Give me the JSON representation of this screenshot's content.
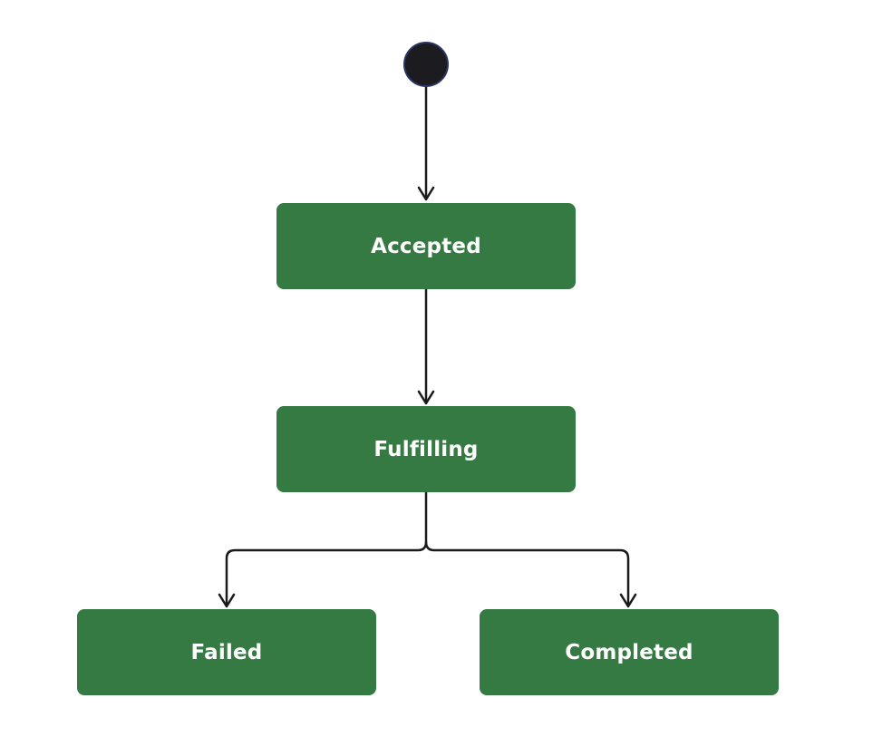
{
  "diagram": {
    "colors": {
      "state_fill": "#357a42",
      "state_text": "#ffffff",
      "initial_fill": "#1c1c20",
      "connector": "#1a1a1a"
    },
    "initial_state": {
      "icon": "filled-circle-icon"
    },
    "states": [
      {
        "id": "accepted",
        "label": "Accepted"
      },
      {
        "id": "fulfilling",
        "label": "Fulfilling"
      },
      {
        "id": "failed",
        "label": "Failed"
      },
      {
        "id": "completed",
        "label": "Completed"
      }
    ],
    "transitions": [
      {
        "from": "initial",
        "to": "accepted"
      },
      {
        "from": "accepted",
        "to": "fulfilling"
      },
      {
        "from": "fulfilling",
        "to": "failed"
      },
      {
        "from": "fulfilling",
        "to": "completed"
      }
    ]
  }
}
